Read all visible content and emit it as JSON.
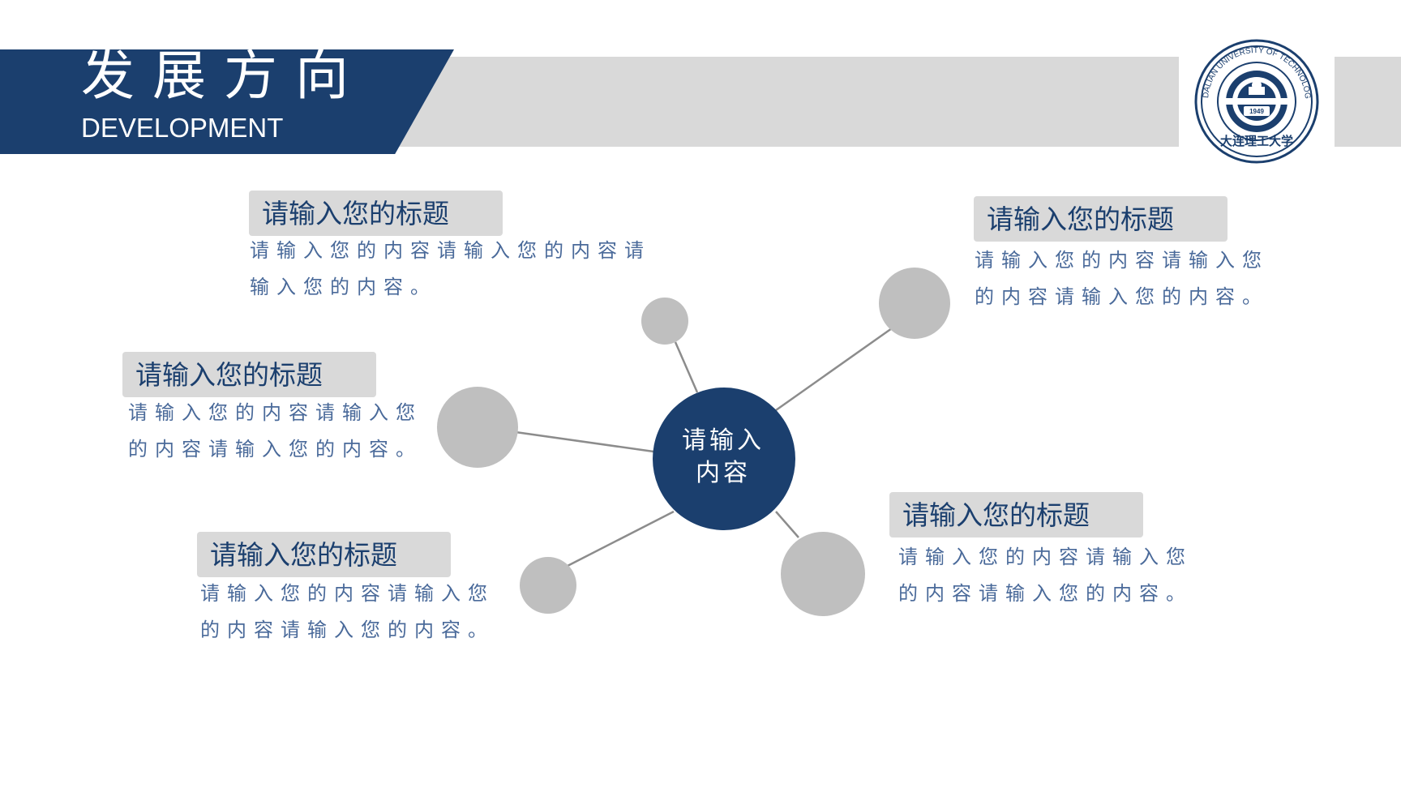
{
  "header": {
    "title": "发展方向",
    "subtitle": "DEVELOPMENT"
  },
  "logo": {
    "ring_text": "DALIAN UNIVERSITY OF TECHNOLOGY",
    "year": "1949",
    "chinese_name": "大连理工大学"
  },
  "center": {
    "line1": "请输入",
    "line2": "内容"
  },
  "cards": [
    {
      "title": "请输入您的标题",
      "body_line1": "请输入您的内容请输入您的内容请",
      "body_line2": "输入您的内容。"
    },
    {
      "title": "请输入您的标题",
      "body_line1": "请输入您的内容请输入您",
      "body_line2": "的内容请输入您的内容。"
    },
    {
      "title": "请输入您的标题",
      "body_line1": "请输入您的内容请输入您",
      "body_line2": "的内容请输入您的内容。"
    },
    {
      "title": "请输入您的标题",
      "body_line1": "请输入您的内容请输入您",
      "body_line2": "的内容请输入您的内容。"
    },
    {
      "title": "请输入您的标题",
      "body_line1": "请输入您的内容请输入您",
      "body_line2": "的内容请输入您的内容。"
    }
  ],
  "colors": {
    "primary": "#1b3f6e",
    "node_gray": "#bfbfbf",
    "bar_gray": "#d9d9d9",
    "body_text": "#4a6a9a"
  }
}
